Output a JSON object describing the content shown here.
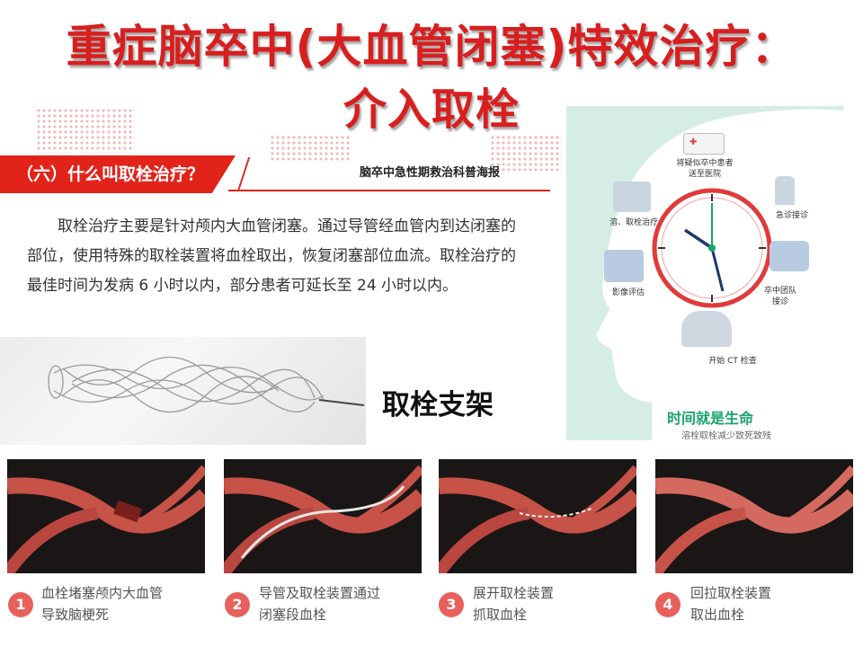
{
  "title": {
    "line1": "重症脑卒中(大血管闭塞)特效治疗：",
    "line2": "介入取栓"
  },
  "section": {
    "heading": "（六）什么叫取栓治疗？",
    "poster_name": "脑卒中急性期救治科普海报",
    "paragraph": "取栓治疗主要是针对颅内大血管闭塞。通过导管经血管内到达闭塞的部位，使用特殊的取栓装置将血栓取出，恢复闭塞部位血流。取栓治疗的最佳时间为发病 6 小时以内，部分患者可延长至 24 小时以内。"
  },
  "stent": {
    "label": "取栓支架"
  },
  "infographic": {
    "steps": [
      {
        "text": "将疑似卒中患者送至医院"
      },
      {
        "text": "急诊接诊"
      },
      {
        "text": "卒中团队接诊"
      },
      {
        "text": "开始 CT 检查"
      },
      {
        "text": "影像评估"
      },
      {
        "text": "溶、取栓治疗"
      }
    ],
    "slogan": "时间就是生命",
    "slogan_sub": "溶栓取栓减少致死致残"
  },
  "procedure": [
    {
      "num": "1",
      "line1": "血栓堵塞颅内大血管",
      "line2": "导致脑梗死"
    },
    {
      "num": "2",
      "line1": "导管及取栓装置通过",
      "line2": "闭塞段血栓"
    },
    {
      "num": "3",
      "line1": "展开取栓装置",
      "line2": "抓取血栓"
    },
    {
      "num": "4",
      "line1": "回拉取栓装置",
      "line2": "取出血栓"
    }
  ],
  "colors": {
    "accent": "#e2231a",
    "number_badge": "#e8605c",
    "slogan": "#1aa36c"
  }
}
